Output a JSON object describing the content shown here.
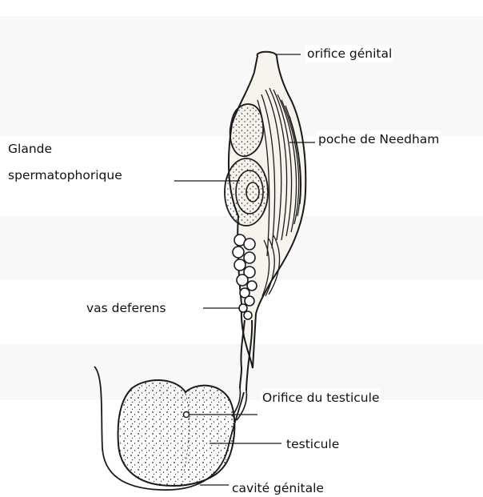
{
  "labels": {
    "orifice_genital": "orifice génital",
    "poche_needham": "poche de Needham",
    "glande_line1": "Glande",
    "glande_line2": "spermatophorique",
    "vas_deferens": "vas deferens",
    "orifice_testicule": "Orifice du testicule",
    "testicule": "testicule",
    "cavite_genitale": "cavité génitale"
  }
}
